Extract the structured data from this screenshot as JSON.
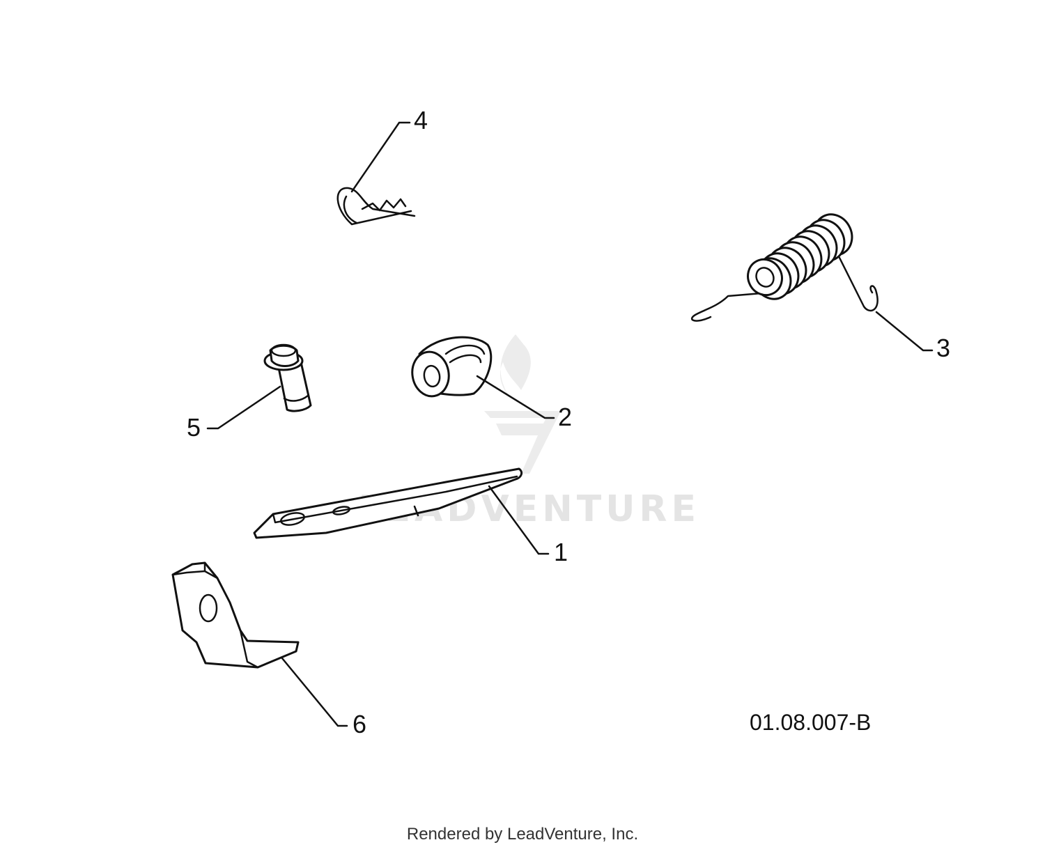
{
  "callouts": {
    "c1": "1",
    "c2": "2",
    "c3": "3",
    "c4": "4",
    "c5": "5",
    "c6": "6"
  },
  "ref_code": "01.08.007-B",
  "watermark": "LEADVENTURE",
  "footer": "Rendered by LeadVenture, Inc."
}
